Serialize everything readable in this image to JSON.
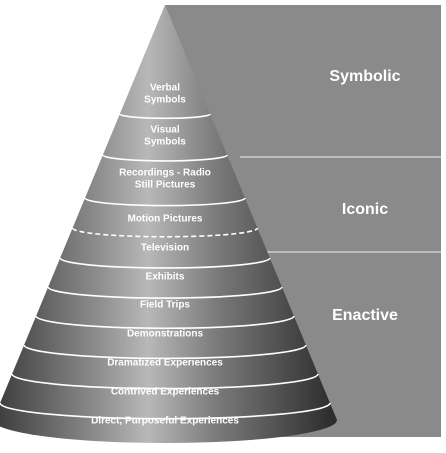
{
  "categories": [
    {
      "label": "Symbolic"
    },
    {
      "label": "Iconic"
    },
    {
      "label": "Enactive"
    }
  ],
  "levels": [
    {
      "lines": [
        "Verbal",
        "Symbols"
      ]
    },
    {
      "lines": [
        "Visual",
        "Symbols"
      ]
    },
    {
      "lines": [
        "Recordings - Radio",
        "Still Pictures"
      ]
    },
    {
      "lines": [
        "Motion Pictures"
      ]
    },
    {
      "lines": [
        "Television"
      ]
    },
    {
      "lines": [
        "Exhibits"
      ]
    },
    {
      "lines": [
        "Field Trips"
      ]
    },
    {
      "lines": [
        "Demonstrations"
      ]
    },
    {
      "lines": [
        "Dramatized Experiences"
      ]
    },
    {
      "lines": [
        "Contrived Experiences"
      ]
    },
    {
      "lines": [
        "Direct, Purposeful Experiences"
      ]
    }
  ],
  "colors": {
    "panel": "#8a8a8a",
    "cone_light": "#b5b5b5",
    "cone_dark": "#2e2e2e",
    "label_text": "#ffffff"
  }
}
